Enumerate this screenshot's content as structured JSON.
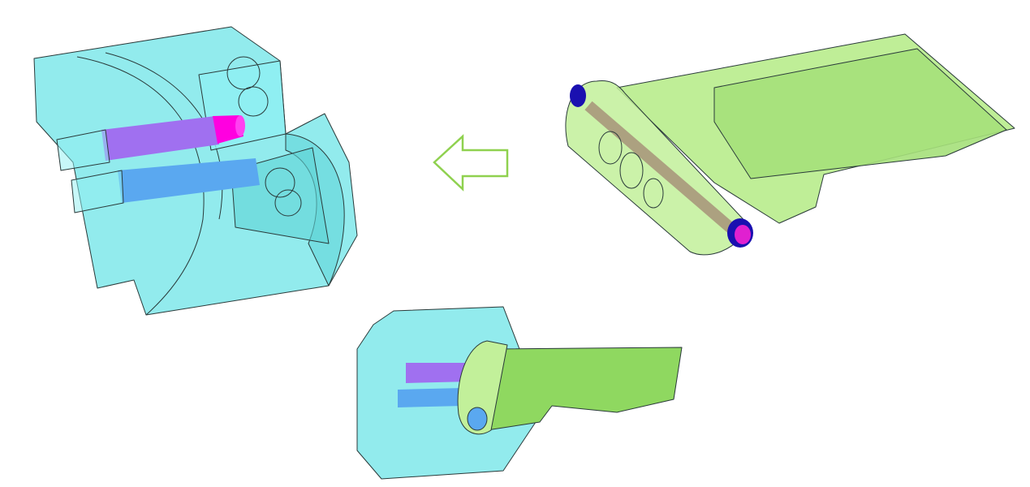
{
  "colors": {
    "housing": "#7fe8ea",
    "housing_dark": "#5fd3d6",
    "flap": "#b8ec8c",
    "flap_solid": "#8fd860",
    "pin_purple": "#a070f0",
    "pin_magenta": "#ff00e0",
    "pin_blue": "#5aa8f0",
    "pin_navy": "#1a10b0",
    "arrow": "#8fd14f"
  },
  "figures": [
    {
      "name": "housing-transparent"
    },
    {
      "name": "flap-with-pin"
    },
    {
      "name": "assembled-hinge"
    }
  ],
  "arrow": {
    "direction": "left"
  }
}
